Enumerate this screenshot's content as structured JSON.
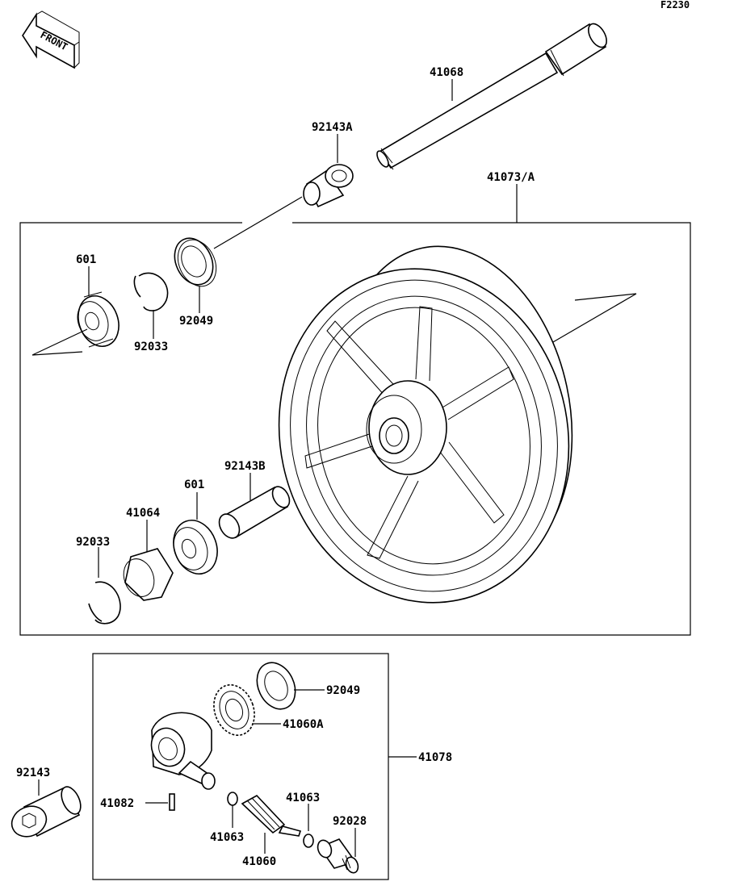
{
  "figure_code": "F2230",
  "front_label": "FRONT",
  "parts": {
    "axle": "41068",
    "collar_a": "92143A",
    "wheel": "41073/A",
    "bearing_left": "601",
    "seal_left": "92049",
    "circlip_left": "92033",
    "collar_b": "92143B",
    "bearing_right": "601",
    "coupling": "41064",
    "circlip_right": "92033",
    "meter_seal": "92049",
    "meter_gear": "41060A",
    "meter_assy": "41078",
    "collar": "92143",
    "pin": "41082",
    "washer_upper": "41063",
    "washer_lower": "41063",
    "pinion": "41060",
    "bushing": "92028"
  }
}
